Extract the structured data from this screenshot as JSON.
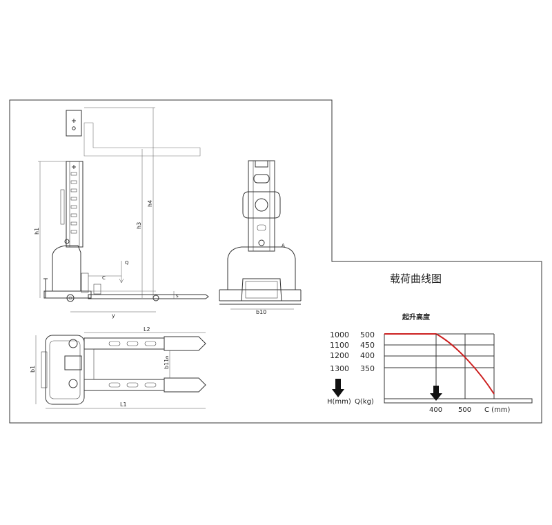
{
  "drawing": {
    "dimension_labels": {
      "h1": "h1",
      "h3": "h3",
      "h4": "h4",
      "Q": "Q",
      "C": "C",
      "y": "y",
      "s": "s",
      "b10": "b10",
      "A": "A",
      "L2": "L2",
      "L1": "L1",
      "b1": "b1",
      "b11": "b11",
      "e": "e"
    }
  },
  "chart_data": {
    "type": "line",
    "title": "载荷曲线图",
    "subtitle": "起升高度",
    "table": {
      "height_header": "H(mm)",
      "capacity_header": "Q(kg)",
      "rows": [
        {
          "height": "1000",
          "capacity": "500"
        },
        {
          "height": "1100",
          "capacity": "450"
        },
        {
          "height": "1200",
          "capacity": "400"
        },
        {
          "height": "1300",
          "capacity": "350"
        }
      ]
    },
    "x_ticks": [
      "400",
      "500"
    ],
    "x_axis_label": "C (mm)",
    "curve_color": "#cc1f1f",
    "series": [
      {
        "values": [
          500,
          500,
          450,
          400,
          350
        ],
        "x": [
          300,
          400,
          450,
          500,
          600
        ]
      }
    ]
  },
  "colors": {
    "curve": "#cc1f1f",
    "lines": "#333333"
  }
}
